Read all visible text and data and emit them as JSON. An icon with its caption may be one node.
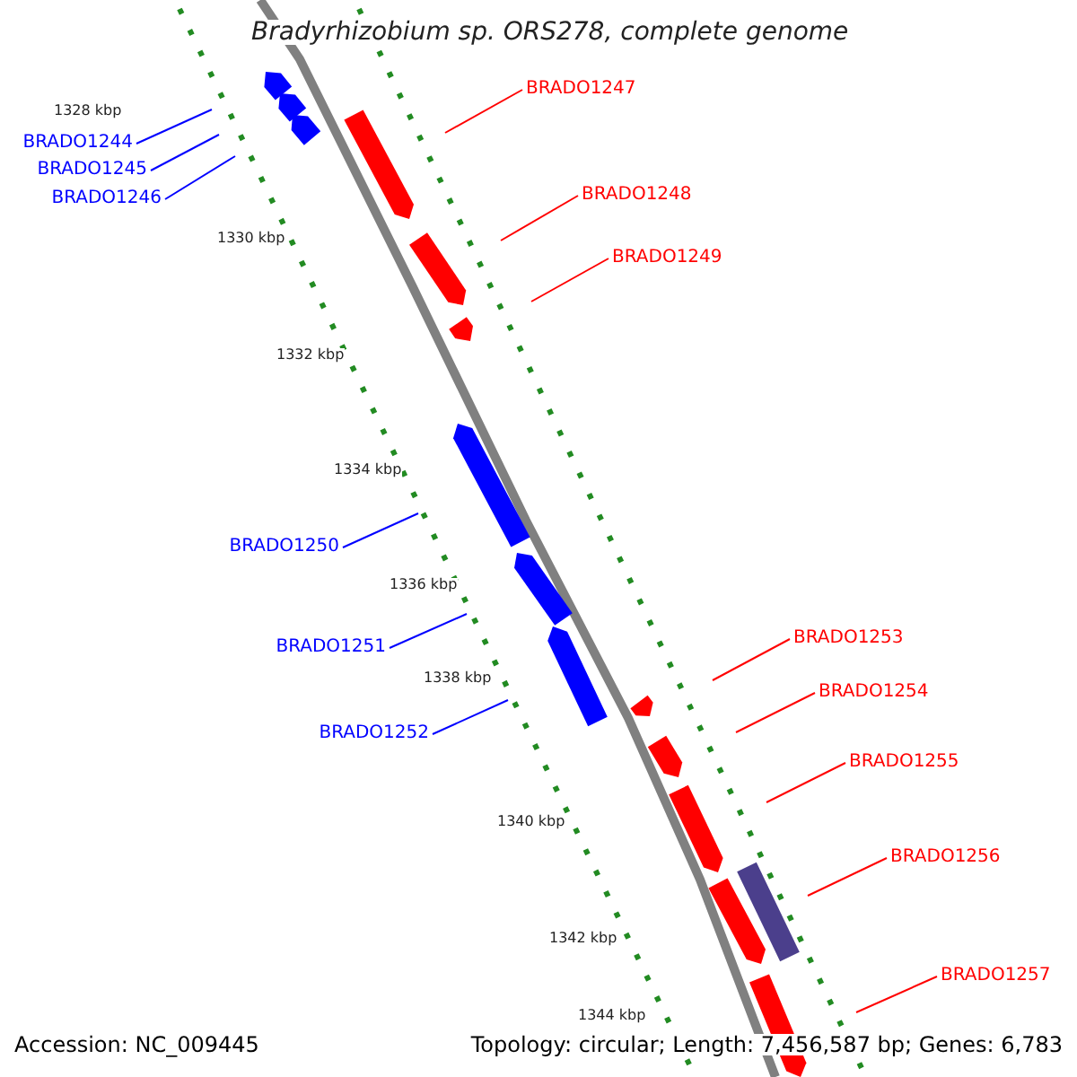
{
  "diagram": {
    "title": "Bradyrhizobium sp. ORS278, complete genome",
    "nodes": [
      {
        "text": [
          "BRADO1244"
        ]
      },
      {
        "text": [
          "BRADO1245"
        ]
      },
      {
        "text": [
          "BRADO1246"
        ]
      },
      {
        "text": [
          "BRADO1247"
        ]
      },
      {
        "text": [
          "BRADO1248"
        ]
      },
      {
        "text": [
          "BRADO1249"
        ]
      },
      {
        "text": [
          "BRADO1250"
        ]
      },
      {
        "text": [
          "BRADO1251"
        ]
      },
      {
        "text": [
          "BRADO1252"
        ]
      },
      {
        "text": [
          "BRADO1253"
        ]
      },
      {
        "text": [
          "BRADO1254"
        ]
      },
      {
        "text": [
          "BRADO1255"
        ]
      },
      {
        "text": [
          "BRADO1256"
        ]
      },
      {
        "text": [
          "BRADO1257"
        ]
      }
    ],
    "edges": [
      {
        "from": 0,
        "to": null,
        "arrow": "none",
        "color": "#0000ff"
      },
      {
        "from": 1,
        "to": null,
        "arrow": "none",
        "color": "#0000ff"
      },
      {
        "from": 2,
        "to": null,
        "arrow": "none",
        "color": "#0000ff"
      },
      {
        "from": 3,
        "to": null,
        "arrow": "none"
      },
      {
        "from": 4,
        "to": null,
        "arrow": "none"
      },
      {
        "from": 5,
        "to": null,
        "arrow": "none"
      },
      {
        "from": 6,
        "to": null,
        "arrow": "none",
        "color": "#0000ff"
      },
      {
        "from": 7,
        "to": null,
        "arrow": "none",
        "color": "#0000ff"
      },
      {
        "from": 8,
        "to": null,
        "arrow": "none",
        "color": "#0000ff"
      },
      {
        "from": 9,
        "to": null,
        "arrow": "none"
      },
      {
        "from": 10,
        "to": null,
        "arrow": "none"
      },
      {
        "from": 11,
        "to": null,
        "arrow": "none"
      },
      {
        "from": 12,
        "to": null,
        "arrow": "none"
      },
      {
        "from": 13,
        "to": null,
        "arrow": "none"
      }
    ],
    "labels": [
      "1328 kbp",
      "1330 kbp",
      "1332 kbp",
      "1334 kbp",
      "1336 kbp",
      "1338 kbp",
      "1340 kbp",
      "1342 kbp",
      "1344 kbp",
      "Accession: NC_009445",
      "Topology: circular; Length: 7,456,587 bp; Genes: 6,783"
    ]
  }
}
